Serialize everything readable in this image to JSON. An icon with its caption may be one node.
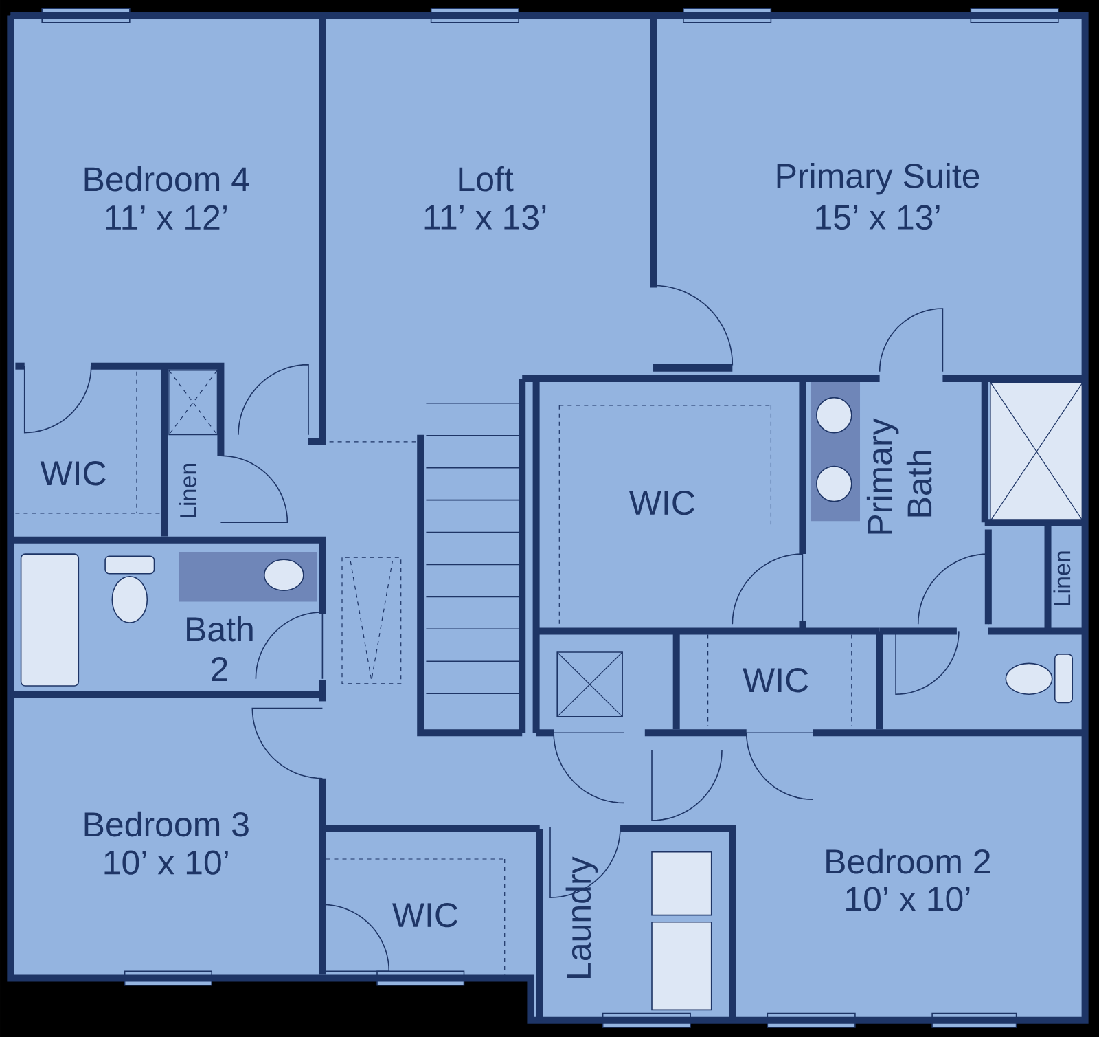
{
  "diagram": {
    "labels": [
      "Bedroom 4",
      "11’ x 12’",
      "Loft",
      "11’ x 13’",
      "Primary Suite",
      "15’ x 13’",
      "WIC",
      "Linen",
      "WIC",
      "Primary Bath",
      "Linen",
      "Bath 2",
      "WIC",
      "Bedroom 3",
      "10’ x 10’",
      "WIC",
      "Laundry",
      "Bedroom 2",
      "10’ x 10’"
    ]
  }
}
